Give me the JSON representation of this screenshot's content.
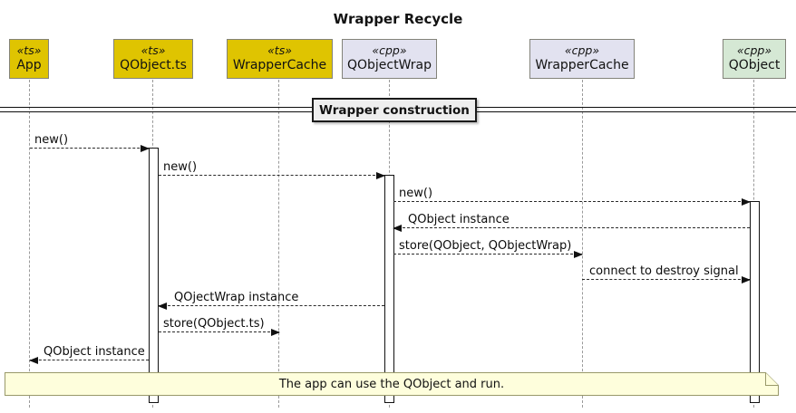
{
  "title": "Wrapper Recycle",
  "divider": {
    "label": "Wrapper construction"
  },
  "participants": [
    {
      "stereotype": "«ts»",
      "name": "App"
    },
    {
      "stereotype": "«ts»",
      "name": "QObject.ts"
    },
    {
      "stereotype": "«ts»",
      "name": "WrapperCache"
    },
    {
      "stereotype": "«cpp»",
      "name": "QObjectWrap"
    },
    {
      "stereotype": "«cpp»",
      "name": "WrapperCache"
    },
    {
      "stereotype": "«cpp»",
      "name": "QObject"
    }
  ],
  "messages": [
    {
      "label": "new()",
      "from": "App",
      "to": "QObject.ts"
    },
    {
      "label": "new()",
      "from": "QObject.ts",
      "to": "QObjectWrap"
    },
    {
      "label": "new()",
      "from": "QObjectWrap",
      "to": "QObject"
    },
    {
      "label": "QObject instance",
      "from": "QObject",
      "to": "QObjectWrap"
    },
    {
      "label": "store(QObject, QObjectWrap)",
      "from": "QObjectWrap",
      "to": "WrapperCache (cpp)"
    },
    {
      "label": "connect to destroy signal",
      "from": "WrapperCache (cpp)",
      "to": "QObject"
    },
    {
      "label": "QOjectWrap instance",
      "from": "QObjectWrap",
      "to": "QObject.ts"
    },
    {
      "label": "store(QObject.ts)",
      "from": "QObject.ts",
      "to": "WrapperCache (ts)"
    },
    {
      "label": "QObject instance",
      "from": "QObject.ts",
      "to": "App"
    }
  ],
  "note": {
    "text": "The app can use the QObject and run."
  },
  "colors": {
    "ts_fill": "#DFC401",
    "cpp_fill": "#E2E2F0",
    "qobject_fill": "#D5E8D4",
    "divider_fill": "#EEEEEE",
    "note_fill": "#FEFEDC",
    "note_border": "#99996A"
  }
}
